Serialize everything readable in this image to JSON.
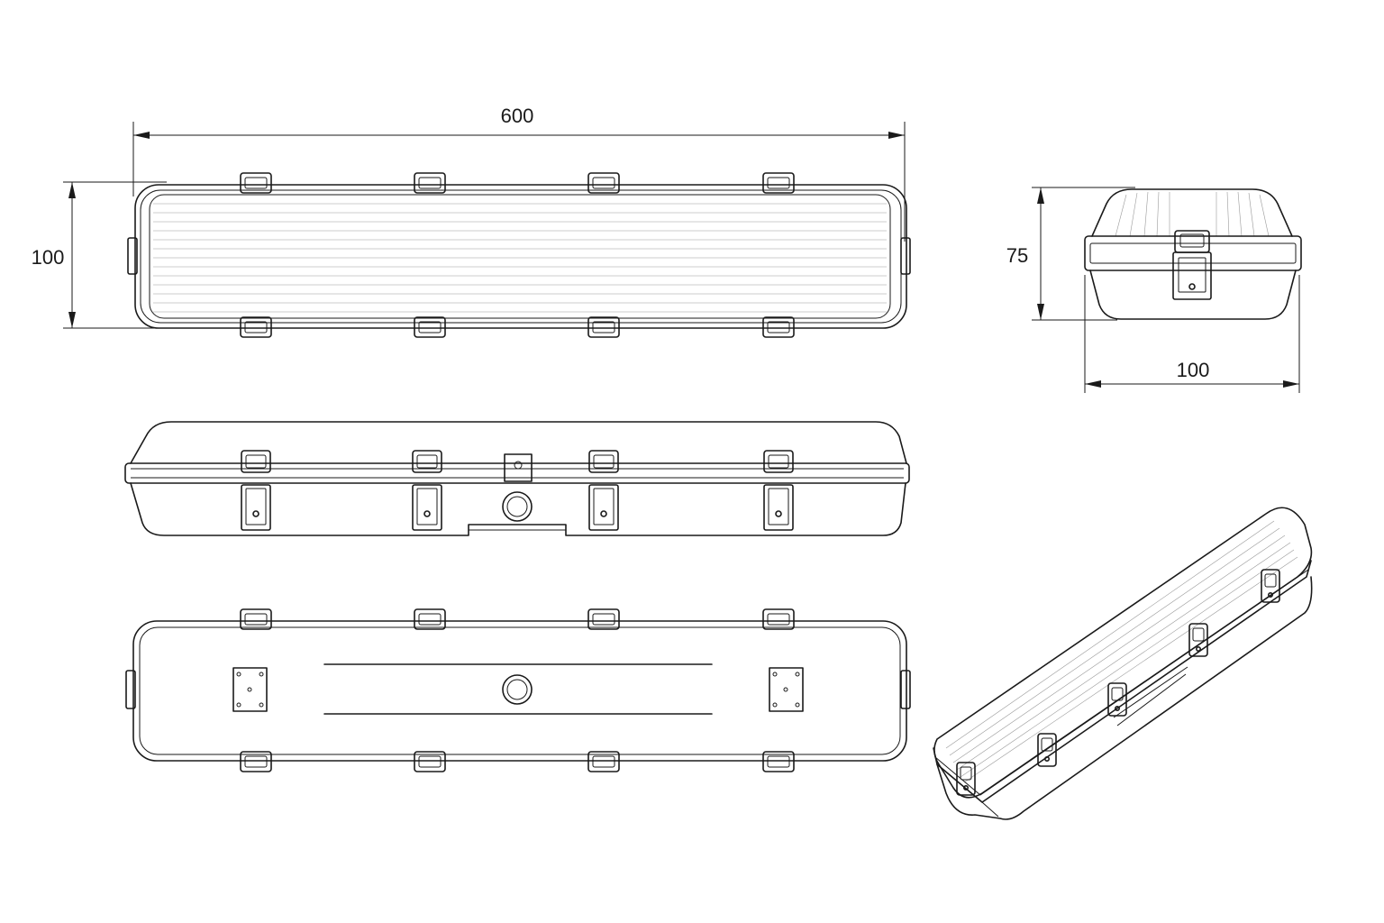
{
  "dimensions": {
    "length": "600",
    "width_top_view": "100",
    "height_end_view": "75",
    "width_end_view": "100"
  },
  "views": [
    "top",
    "side",
    "bottom",
    "end",
    "isometric"
  ],
  "colors": {
    "line": "#1a1a1a",
    "background": "#ffffff",
    "hatch": "#9a9a9a"
  }
}
